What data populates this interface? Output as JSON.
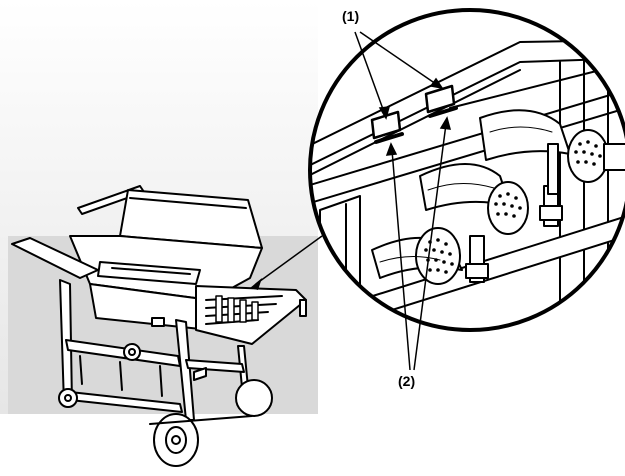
{
  "callouts": {
    "label_1": "(1)",
    "label_2": "(2)"
  },
  "colors": {
    "background": "#ffffff",
    "backdrop_gradient_top": "#ffffff",
    "backdrop_gradient_bottom": "#e6e6e6",
    "backdrop_panel": "#d9d9d9",
    "ink": "#000000",
    "part_fill": "#ffffff"
  },
  "icons": {
    "grill": "gas-grill-illustration",
    "magnifier": "detail-magnifier-circle"
  }
}
